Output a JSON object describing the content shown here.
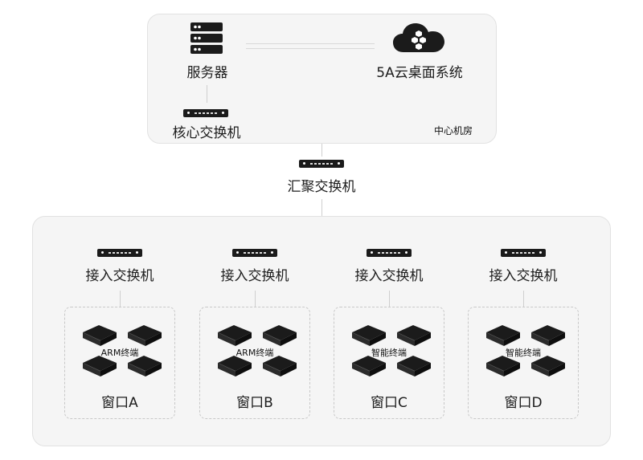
{
  "center": {
    "server_label": "服务器",
    "cloud_label": "5A云桌面系统",
    "core_switch_label": "核心交换机",
    "room_label": "中心机房"
  },
  "aggregation": {
    "label": "汇聚交换机"
  },
  "access": {
    "switch_label": "接入交换机",
    "windows": [
      {
        "title": "窗口A",
        "terminal_label": "ARM终端"
      },
      {
        "title": "窗口B",
        "terminal_label": "ARM终端"
      },
      {
        "title": "窗口C",
        "terminal_label": "智能终端"
      },
      {
        "title": "窗口D",
        "terminal_label": "智能终端"
      }
    ]
  },
  "icons": {
    "server": "server-icon",
    "cloud": "cloud-icon",
    "switch": "network-switch-icon",
    "terminal": "thin-client-terminal-icon"
  },
  "colors": {
    "panel_bg": "#f5f5f5",
    "panel_border": "#e2e2e2",
    "icon": "#1b1b1b"
  }
}
